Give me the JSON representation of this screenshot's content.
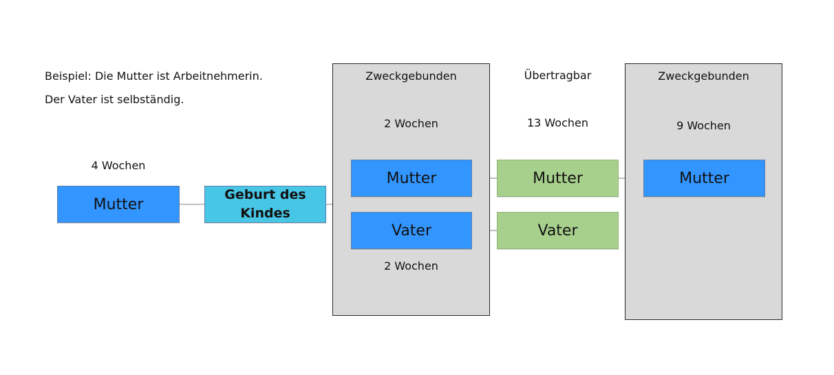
{
  "notes": {
    "line1": "Beispiel: Die Mutter ist Arbeitnehmerin.",
    "line2": "Der Vater ist selbständig."
  },
  "pre_birth": {
    "duration": "4 Wochen",
    "mutter": "Mutter"
  },
  "birth": {
    "line1": "Geburt des",
    "line2": "Kindes"
  },
  "block1": {
    "title": "Zweckgebunden",
    "duration_top": "2 Wochen",
    "mutter": "Mutter",
    "vater": "Vater",
    "duration_bottom": "2 Wochen"
  },
  "block2": {
    "title": "Übertragbar",
    "duration": "13 Wochen",
    "mutter": "Mutter",
    "vater": "Vater"
  },
  "block3": {
    "title": "Zweckgebunden",
    "duration": "9 Wochen",
    "mutter": "Mutter"
  },
  "colors": {
    "blue_box": "#3395ff",
    "birth_box": "#48c6e6",
    "green_box": "#a8d08d",
    "panel_bg": "#d9d9d9"
  }
}
